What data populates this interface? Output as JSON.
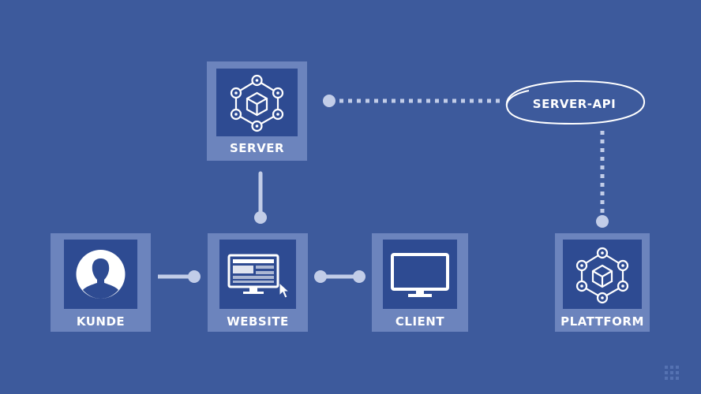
{
  "nodes": {
    "server": {
      "label": "SERVER",
      "icon": "network-cube-icon"
    },
    "kunde": {
      "label": "KUNDE",
      "icon": "user-avatar-icon"
    },
    "website": {
      "label": "WEBSITE",
      "icon": "monitor-browser-cursor-icon"
    },
    "client": {
      "label": "CLIENT",
      "icon": "monitor-icon"
    },
    "plattform": {
      "label": "PLATTFORM",
      "icon": "network-cube-icon"
    }
  },
  "api": {
    "label": "SERVER-API"
  },
  "colors": {
    "background": "#3d5a9c",
    "node_frame": "#6c84bd",
    "node_inner": "#2e4b92",
    "connector": "#c2cde8",
    "text": "#ffffff"
  },
  "watermark_icon": "grid-dots-icon"
}
